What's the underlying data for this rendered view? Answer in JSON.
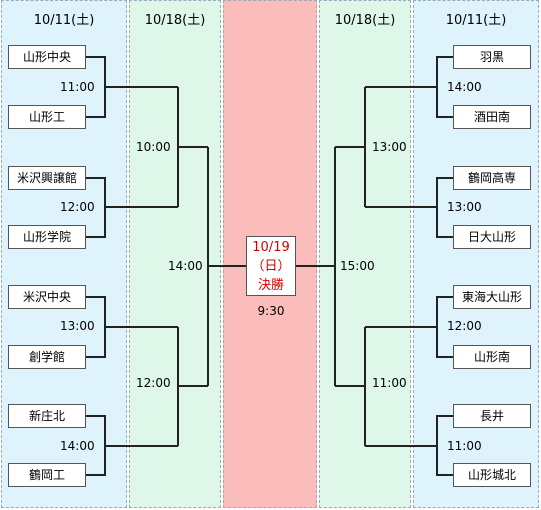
{
  "dates": {
    "c1": "10/11(土)",
    "c2": "10/18(土)",
    "c4": "10/18(土)",
    "c5": "10/11(土)"
  },
  "left": {
    "teams": [
      "山形中央",
      "山形工",
      "米沢興譲館",
      "山形学院",
      "米沢中央",
      "創学館",
      "新庄北",
      "鶴岡工"
    ],
    "r1_times": [
      "11:00",
      "12:00",
      "13:00",
      "14:00"
    ],
    "r2_times": [
      "10:00",
      "12:00"
    ],
    "semi_time": "14:00"
  },
  "right": {
    "teams": [
      "羽黒",
      "酒田南",
      "鶴岡高専",
      "日大山形",
      "東海大山形",
      "山形南",
      "長井",
      "山形城北"
    ],
    "r1_times": [
      "14:00",
      "13:00",
      "12:00",
      "11:00"
    ],
    "r2_times": [
      "13:00",
      "11:00"
    ],
    "semi_time": "15:00"
  },
  "final": {
    "date": "10/19",
    "day": "（日）",
    "label": "決勝",
    "time": "9:30"
  }
}
